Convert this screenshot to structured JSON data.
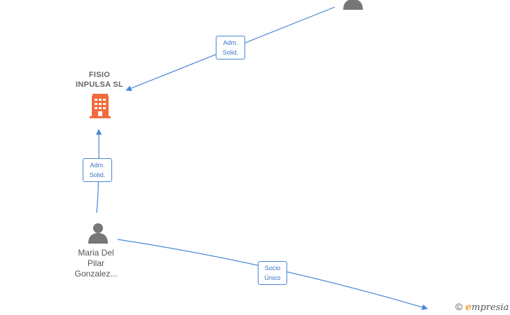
{
  "company": {
    "name_line1": "FISIO",
    "name_line2": "INPULSA  SL"
  },
  "persons": [
    {
      "name_line1": "Maria Del",
      "name_line2": "Pilar",
      "name_line3": "Gonzalez..."
    }
  ],
  "edges": [
    {
      "line1": "Adm.",
      "line2": "Solid."
    },
    {
      "line1": "Adm.",
      "line2": "Solid."
    },
    {
      "line1": "Socio",
      "line2": "Único"
    }
  ],
  "watermark": {
    "copyright": "©",
    "brand_first": "e",
    "brand_rest": "mpresia"
  },
  "colors": {
    "edge": "#4a86d6",
    "company_icon": "#f26b3a",
    "person_icon": "#777777"
  }
}
